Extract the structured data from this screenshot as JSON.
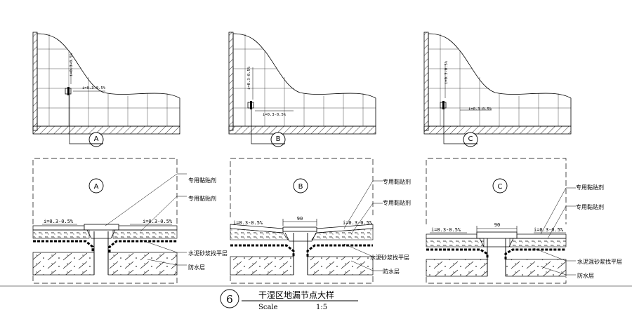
{
  "plans": [
    {
      "slope_1": "i=0.3-0.5%",
      "slope_2": "i=0.3-0.5%",
      "marker": "A"
    },
    {
      "slope_1": "i=0.3-0.5%",
      "slope_2": "i=0.3-0.5%",
      "marker": "B"
    },
    {
      "slope_1": "i=0.3-0.5%",
      "slope_2": "i=0.3-0.5%",
      "marker": "C"
    }
  ],
  "sections": [
    {
      "id": "A",
      "slope_left": "i=0.3-0.5%",
      "slope_right": "i=0.3-0.5%",
      "dim": "",
      "label_adhesive_1": "专用黏贴剂",
      "label_adhesive_2": "专用黏贴剂",
      "label_mortar": "水泥砂浆找平层",
      "label_waterproof": "防水层"
    },
    {
      "id": "B",
      "slope_left": "i=0.3-0.5%",
      "slope_right": "i=0.3-0.5%",
      "dim": "90",
      "label_adhesive_1": "专用黏贴剂",
      "label_adhesive_2": "专用黏贴剂",
      "label_mortar": "水泥砂浆找平层",
      "label_waterproof": "防水层"
    },
    {
      "id": "C",
      "slope_left": "i=0.3-0.5%",
      "slope_right": "i=0.3-0.5%",
      "dim": "90",
      "label_adhesive_1": "专用黏贴剂",
      "label_adhesive_2": "专用黏贴剂",
      "label_mortar": "水泥混砂浆找平层",
      "label_waterproof": "防水层"
    }
  ],
  "title_block": {
    "number": "6",
    "title": "干湿区地漏节点大样",
    "scale_label": "Scale",
    "scale_value": "1:5"
  }
}
